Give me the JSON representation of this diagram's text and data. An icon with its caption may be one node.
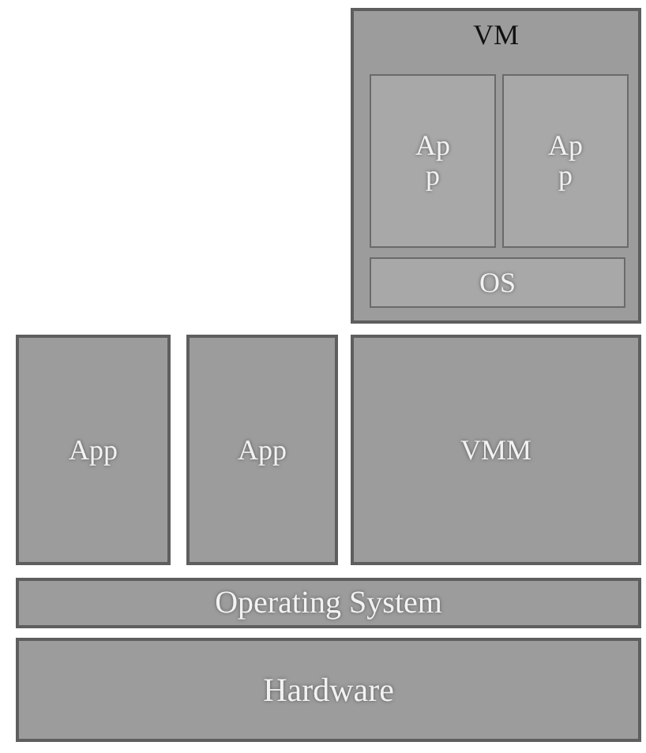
{
  "diagram": {
    "nodes": [
      {
        "text": [
          "VM"
        ]
      },
      {
        "text": [
          "App"
        ],
        "in": 0
      },
      {
        "text": [
          "App"
        ],
        "in": 0
      },
      {
        "text": [
          "OS"
        ],
        "in": 0
      },
      {
        "text": [
          "App"
        ]
      },
      {
        "text": [
          "App"
        ]
      },
      {
        "text": [
          "VMM"
        ]
      },
      {
        "text": [
          "Operating System"
        ]
      },
      {
        "text": [
          "Hardware"
        ]
      }
    ]
  }
}
